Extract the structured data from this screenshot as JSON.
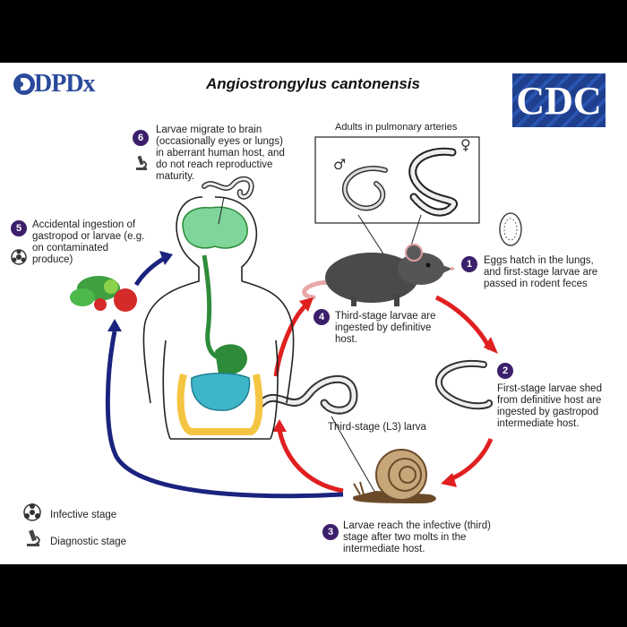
{
  "header": {
    "logo_text": "DPDx",
    "title": "Angiostrongylus cantonensis",
    "cdc_logo": "CDC"
  },
  "adults_label": "Adults in pulmonary arteries",
  "stages": [
    {
      "number": "1",
      "text": "Eggs hatch in the lungs, and first-stage larvae are passed in rodent feces"
    },
    {
      "number": "2",
      "text": "First-stage larvae shed from definitive host are ingested by gastropod intermediate host."
    },
    {
      "number": "3",
      "text": "Larvae reach the infective (third) stage after two molts in the intermediate host."
    },
    {
      "number": "4",
      "text": "Third-stage larvae are ingested by definitive host."
    },
    {
      "number": "5",
      "text": "Accidental ingestion of gastropod or larvae (e.g. on contaminated produce)"
    },
    {
      "number": "6",
      "text": "Larvae migrate to brain (occasionally eyes or lungs) in aberrant human host, and do not reach reproductive maturity."
    }
  ],
  "l3_label": "Third-stage (L3) larva",
  "legend": {
    "infective": "Infective stage",
    "diagnostic": "Diagnostic stage"
  },
  "symbols": {
    "male": "♂",
    "female": "♀"
  },
  "colors": {
    "stage_number_bg": "#3b1f6b",
    "arrow_red": "#e02020",
    "arrow_blue": "#1a237e",
    "brain_green": "#7fd69a",
    "digestive_green": "#2e8b3a",
    "intestine_yellow": "#f4c542",
    "cdc_blue": "#1f3f8f",
    "dpdx_blue": "#2a4a9c"
  },
  "icons": [
    "microscope-icon",
    "biohazard-icon"
  ]
}
